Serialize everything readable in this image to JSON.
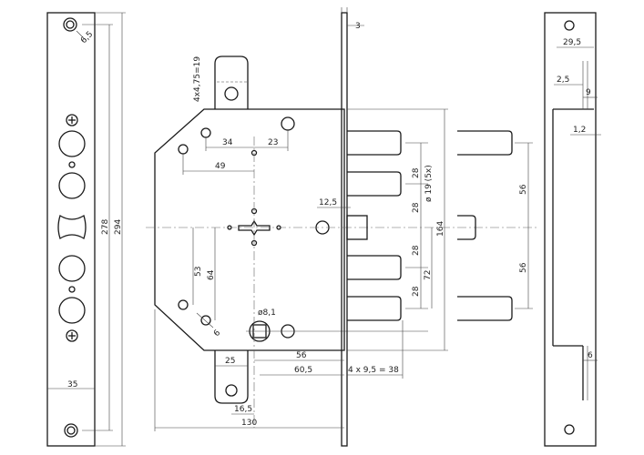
{
  "dimensions": {
    "d_6_5": "6,5",
    "d_278": "278",
    "d_294": "294",
    "d_35": "35",
    "d_3": "3",
    "d_4x475": "4x4,75=19",
    "d_34": "34",
    "d_23": "23",
    "d_49": "49",
    "d_12_5": "12,5",
    "d_28a": "28",
    "d_19_5x": "ø 19 (5x)",
    "d_28b": "28",
    "d_164": "164",
    "d_28c": "28",
    "d_72": "72",
    "d_28d": "28",
    "d_53": "53",
    "d_64": "64",
    "d_6a": "6",
    "d_8_1": "ø8,1",
    "d_25": "25",
    "d_56a": "56",
    "d_60_5": "60,5",
    "d_4x9_5": "4 x 9,5 = 38",
    "d_16_5": "16,5",
    "d_130": "130",
    "d_56b": "56",
    "d_56c": "56",
    "d_29_5": "29,5",
    "d_2_5": "2,5",
    "d_9": "9",
    "d_1_2": "1,2",
    "d_6b": "6"
  }
}
